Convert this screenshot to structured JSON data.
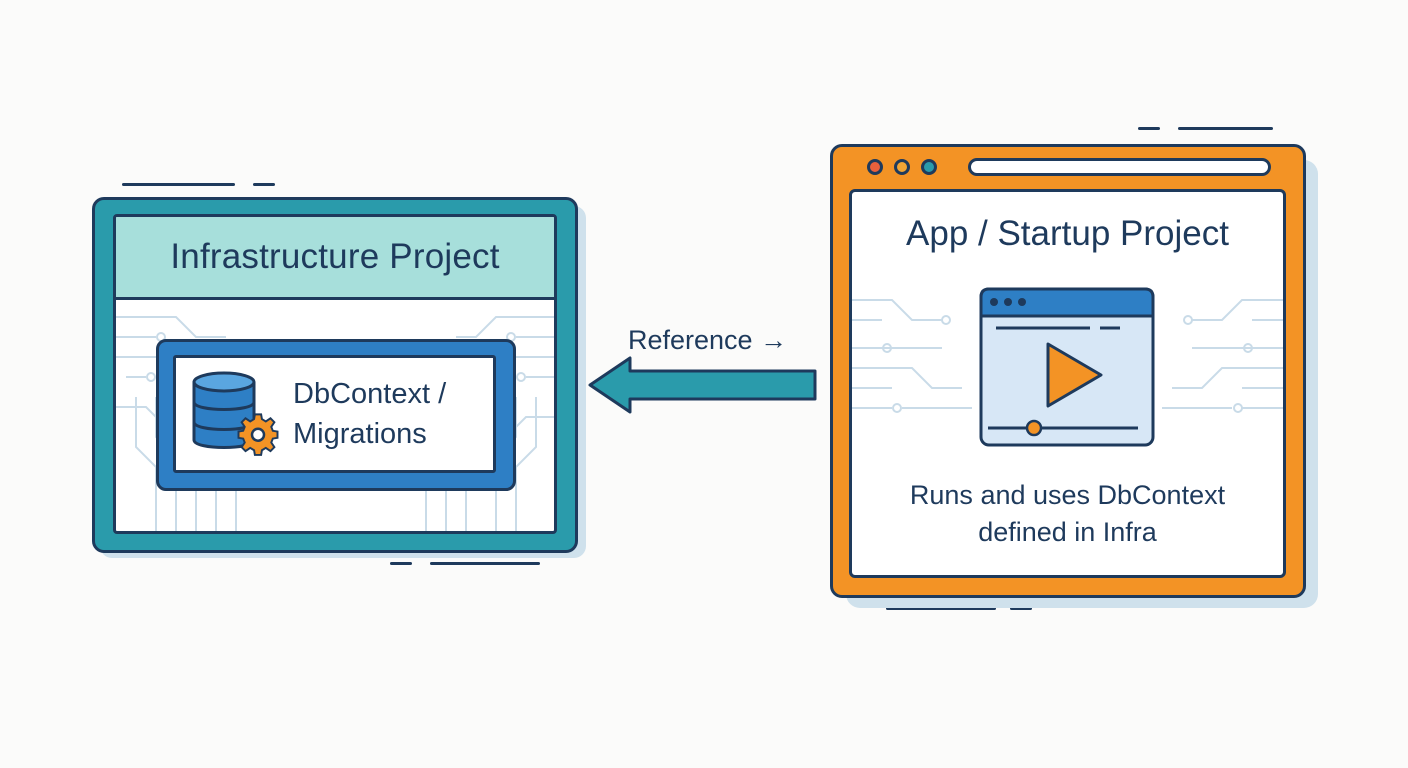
{
  "infra": {
    "title": "Infrastructure Project",
    "item_line1": "DbContext /",
    "item_line2": "Migrations",
    "icon": "database-gear-icon"
  },
  "connector": {
    "label": "Reference →",
    "direction": "right-to-left",
    "arrow_color": "#2a9bab"
  },
  "app": {
    "title": "App / Startup Project",
    "desc_line1": "Runs and uses DbContext",
    "desc_line2": "defined in Infra",
    "icon": "video-player-icon",
    "window_dots": [
      "#e8603c",
      "#f2a534",
      "#2a9bab"
    ]
  },
  "colors": {
    "ink": "#1e3a5c",
    "teal": "#2a9bab",
    "teal_light": "#a7dfdb",
    "blue": "#2e7fc5",
    "orange": "#f39325",
    "circuit": "#c9dbe8"
  }
}
